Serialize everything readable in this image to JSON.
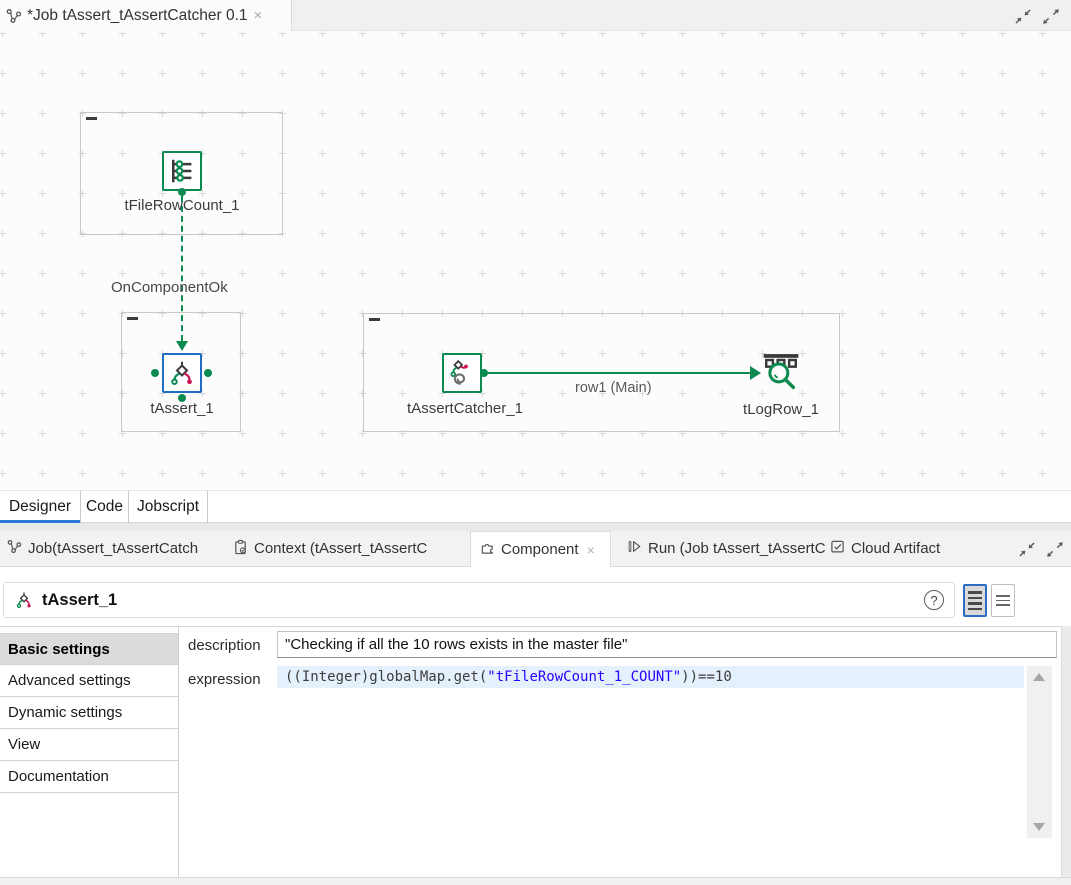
{
  "window": {
    "doc_tab": {
      "title": "*Job tAssert_tAssertCatcher 0.1",
      "close": "×"
    }
  },
  "canvas": {
    "components": [
      {
        "label": "tFileRowCount_1"
      },
      {
        "label": "tAssert_1"
      },
      {
        "label": "tAssertCatcher_1"
      },
      {
        "label": "tLogRow_1"
      }
    ],
    "links": [
      {
        "label": "OnComponentOk",
        "type": "trigger-dashed"
      },
      {
        "label": "row1 (Main)",
        "type": "flow-solid"
      }
    ]
  },
  "view_tabs": [
    {
      "label": "Designer",
      "active": true
    },
    {
      "label": "Code",
      "active": false
    },
    {
      "label": "Jobscript",
      "active": false
    }
  ],
  "panel_tabs": [
    {
      "label": "Job(tAssert_tAssertCatch",
      "icon": "job-nodes-icon"
    },
    {
      "label": "Context (tAssert_tAssertC",
      "icon": "context-clipboard-icon"
    },
    {
      "label": "Component",
      "icon": "component-puzzle-icon",
      "close": "×",
      "active": true
    },
    {
      "label": "Run (Job tAssert_tAssertC",
      "icon": "run-play-icon"
    },
    {
      "label": "Cloud Artifact",
      "icon": "cloud-artifact-icon"
    }
  ],
  "settings": {
    "title": "tAssert_1",
    "help": "?",
    "sidebar": [
      {
        "label": "Basic settings",
        "active": true
      },
      {
        "label": "Advanced settings",
        "active": false
      },
      {
        "label": "Dynamic settings",
        "active": false
      },
      {
        "label": "View",
        "active": false
      },
      {
        "label": "Documentation",
        "active": false
      }
    ],
    "fields": {
      "description": {
        "label": "description",
        "value": "\"Checking if all the 10 rows exists in the master file\""
      },
      "expression": {
        "label": "expression",
        "code_pre": "((Integer)globalMap.get(",
        "code_string": "\"tFileRowCount_1_COUNT\"",
        "code_post": "))==10"
      }
    }
  },
  "colors": {
    "talend_green": "#0A8A4F",
    "selection_blue": "#1E6FC4",
    "tab_underline_blue": "#2B79D7",
    "code_string_blue": "#2A00FF",
    "expression_highlight": "#E4F1FC",
    "crimson": "#C7134E"
  }
}
